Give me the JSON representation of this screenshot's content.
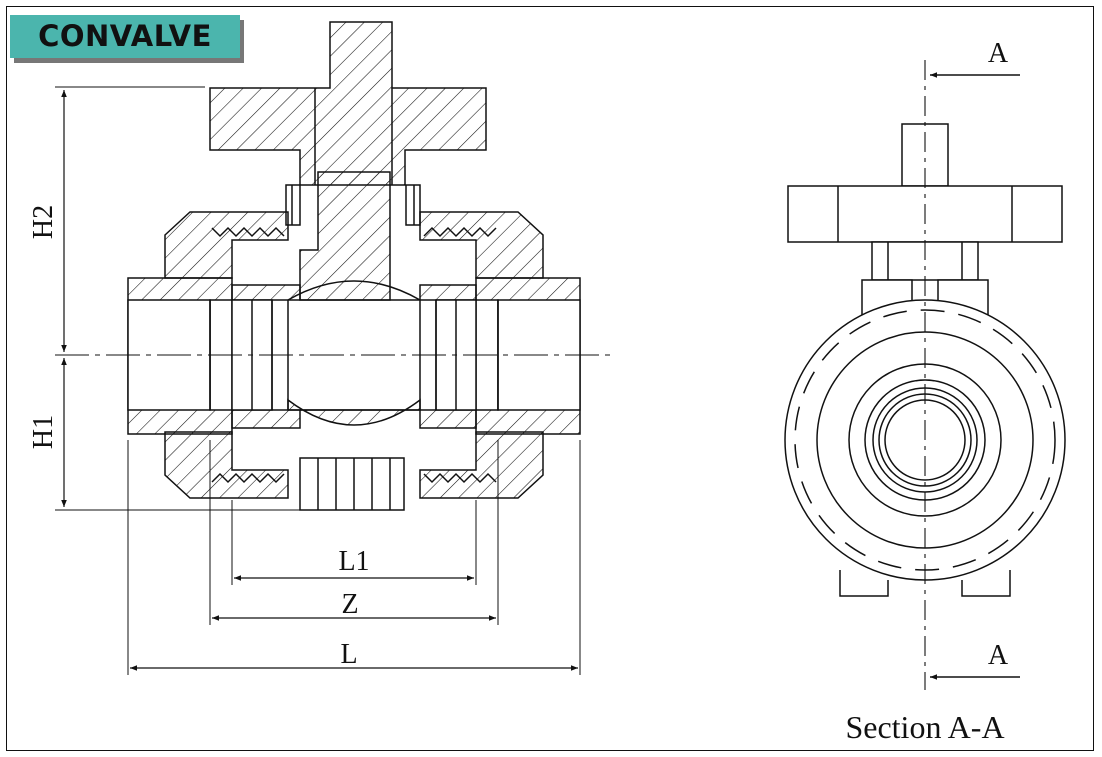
{
  "brand": {
    "name": "CONVALVE",
    "logo_bg": "#4bb5ad",
    "logo_shadow": "#777777"
  },
  "dimensions": {
    "height_upper": "H2",
    "height_lower": "H1",
    "length_inner": "L1",
    "length_mid": "Z",
    "length_total": "L"
  },
  "section": {
    "marker": "A",
    "caption": "Section A-A"
  },
  "colors": {
    "line": "#111111",
    "background": "#ffffff"
  }
}
